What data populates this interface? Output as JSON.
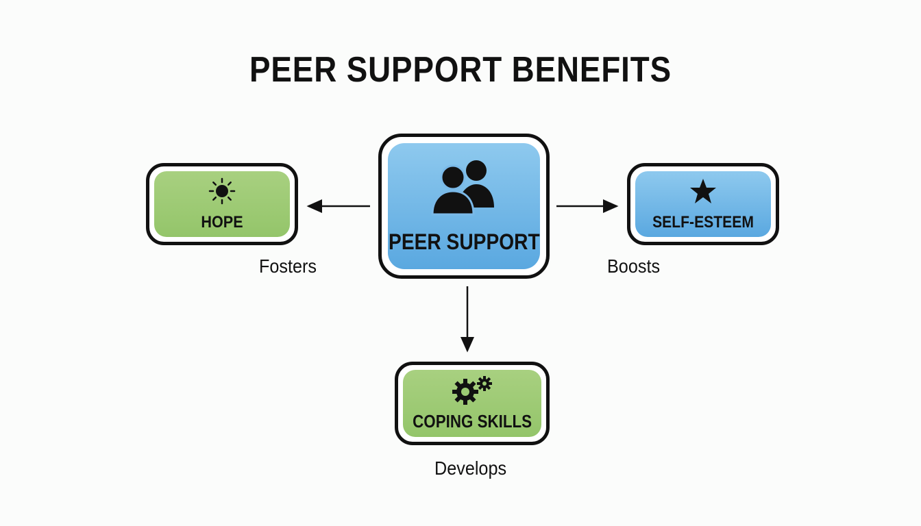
{
  "title": "PEER SUPPORT BENEFITS",
  "nodes": {
    "center": {
      "label": "PEER SUPPORT",
      "icon": "people-icon"
    },
    "hope": {
      "label": "HOPE",
      "icon": "sun-icon"
    },
    "self_esteem": {
      "label": "SELF-ESTEEM",
      "icon": "star-icon"
    },
    "coping": {
      "label": "COPING SKILLS",
      "icon": "gears-icon"
    }
  },
  "edges": {
    "hope": "Fosters",
    "self_esteem": "Boosts",
    "coping": "Develops"
  },
  "colors": {
    "green": "#9ccb74",
    "blue": "#6cb4e6",
    "outline": "#111111"
  }
}
